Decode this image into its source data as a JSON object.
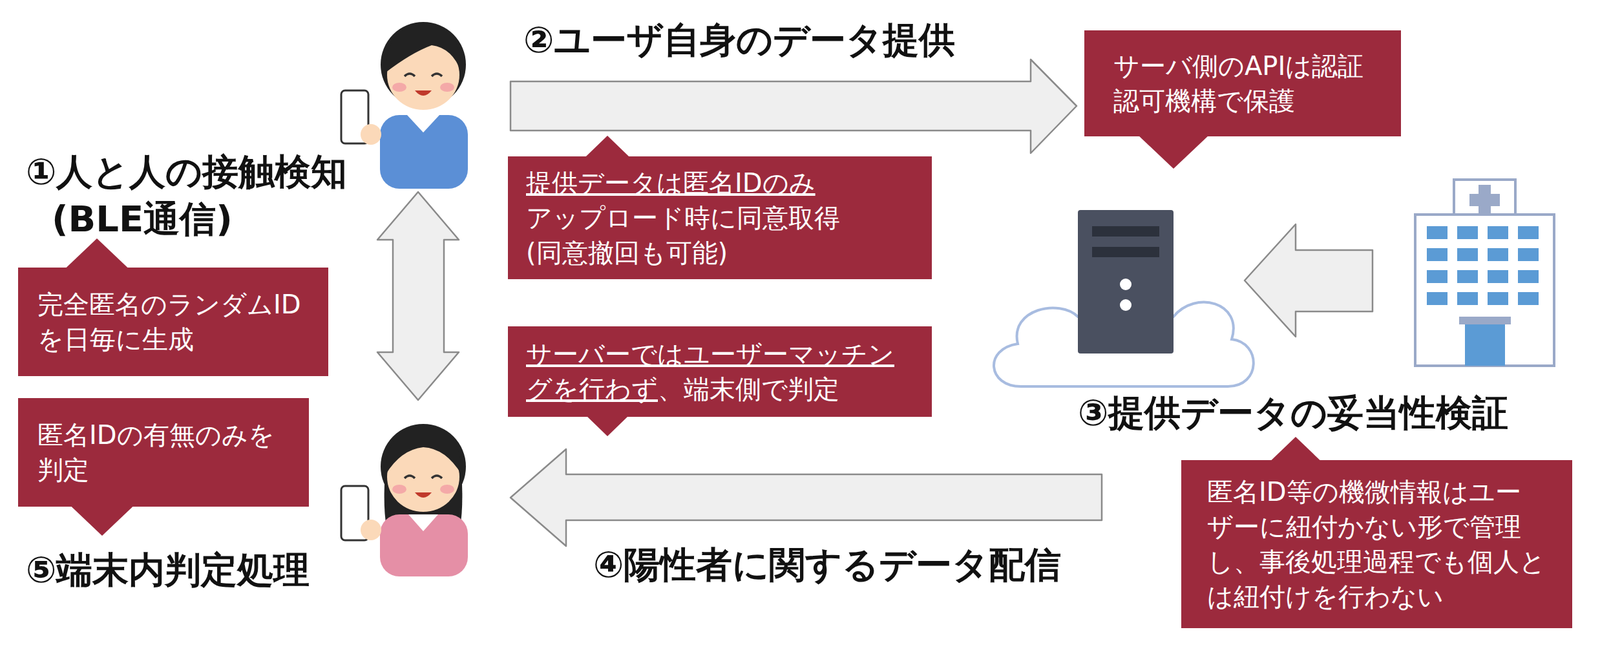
{
  "diagram": {
    "nodes": [
      {
        "text": [
          "サーバ側のAPIは認証 認可機構で保護"
        ]
      },
      {
        "text": [
          "提供データは匿名IDのみ",
          "アップロード時に同意取得",
          "(同意撤回も可能)"
        ]
      },
      {
        "text": [
          "完全匿名のランダムID を日毎に生成"
        ]
      },
      {
        "text": [
          "サーバーではユーザーマッチン グを行わず",
          "、端末側で判定"
        ]
      },
      {
        "text": [
          "匿名IDの有無のみを 判定"
        ]
      },
      {
        "text": [
          "匿名ID等の機微情報はユー ザーに紐付かない形で管理 し、事後処理過程でも個人と は紐付けを行わない"
        ]
      }
    ],
    "labels": [
      "①人と人の接触検知",
      "(BLE通信)",
      "②ユーザ自身のデータ提供",
      "③提供データの妥当性検証",
      "④陽性者に関するデータ配信",
      "⑤端末内判定処理"
    ]
  }
}
